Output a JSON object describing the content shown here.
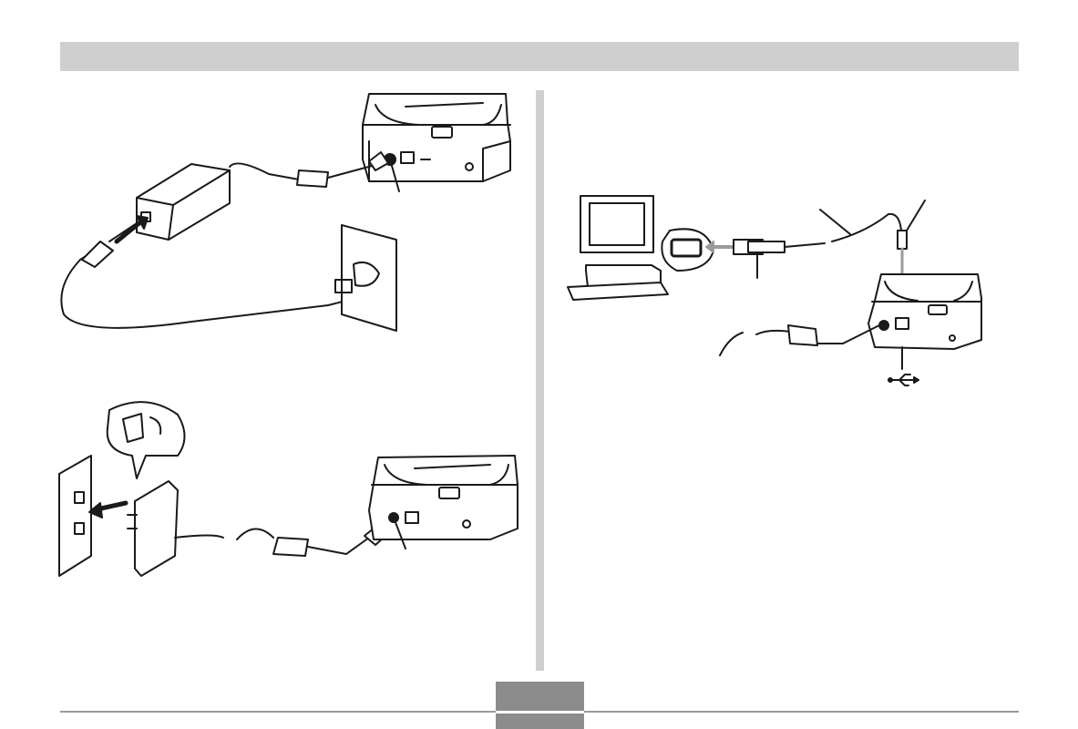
{
  "page": {
    "header_bar": "",
    "page_number": ""
  },
  "illustrations": [
    {
      "id": "ac-adaptor-cradle",
      "depicts": "ac-adaptor-connected-to-cradle-and-wall-outlet"
    },
    {
      "id": "folding-plug-adaptor-cradle",
      "depicts": "folding-plug-ac-adaptor-connected-to-cradle"
    },
    {
      "id": "usb-computer-cradle",
      "depicts": "usb-cable-between-computer-and-cradle"
    }
  ],
  "icons": {
    "usb": "usb-icon",
    "arrow": "insert-arrow-icon"
  },
  "colors": {
    "header_bar": "#cfcfcf",
    "divider": "#cfcfcf",
    "page_tab": "#8c8c8c",
    "line_art": "#1a1a1a"
  }
}
